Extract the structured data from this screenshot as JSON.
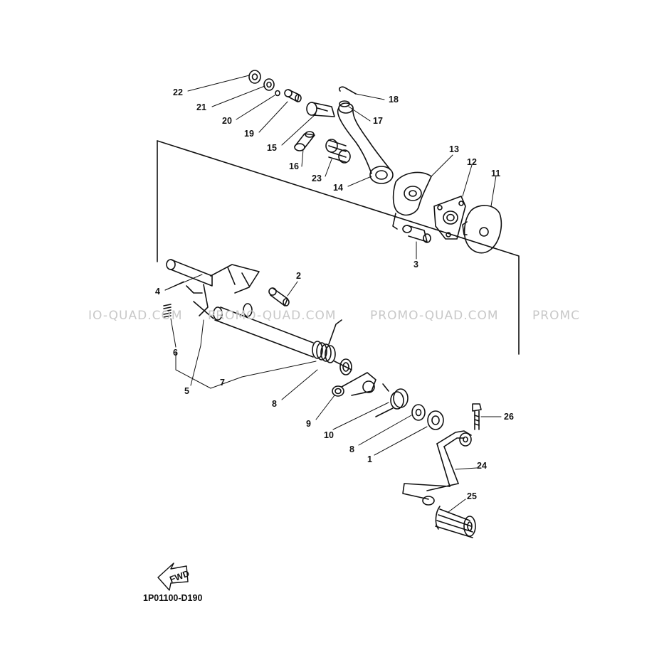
{
  "diagram": {
    "callouts": [
      "1",
      "2",
      "3",
      "4",
      "5",
      "6",
      "7",
      "8",
      "8",
      "9",
      "10",
      "11",
      "12",
      "13",
      "14",
      "15",
      "16",
      "17",
      "18",
      "19",
      "20",
      "21",
      "22",
      "23",
      "24",
      "25",
      "26"
    ],
    "watermarks": [
      "IO-QUAD.COM",
      "PROMO-QUAD.COM",
      "PROMO-QUAD.COM",
      "PROMC"
    ],
    "fwd_label": "FWD",
    "drawing_code": "1P01100-D190"
  }
}
